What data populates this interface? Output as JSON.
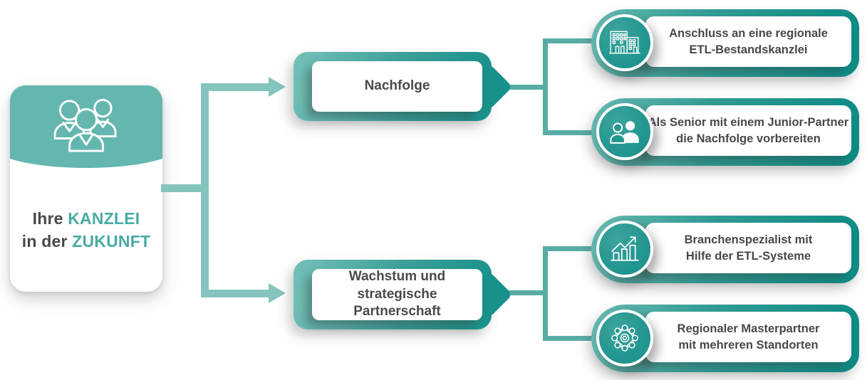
{
  "colors": {
    "teal_header": "#64b7af",
    "teal_connector_light": "#85c4bd",
    "teal_connector_mid": "#57ada5",
    "teal_gradient_light": "#74c0b8",
    "teal_gradient_dark": "#0d8a84",
    "text_dark": "#48484b",
    "text_teal": "#48aba3"
  },
  "root_card": {
    "icon": "team-icon",
    "title_parts": [
      {
        "text": "Ihre "
      },
      {
        "text": "KANZLEI"
      },
      {
        "text": "in der "
      },
      {
        "text": "ZUKUNFT"
      }
    ]
  },
  "branches": [
    {
      "label": "Nachfolge",
      "items": [
        {
          "icon": "office-building-icon",
          "text": "Anschluss an eine regionale\nETL-Bestandskanzlei"
        },
        {
          "icon": "senior-junior-partner-icon",
          "text": "Als Senior mit einem Junior-Partner\ndie Nachfolge vorbereiten"
        }
      ]
    },
    {
      "label": "Wachstum und\nstrategische Partnerschaft",
      "items": [
        {
          "icon": "growth-chart-icon",
          "text": "Branchenspezialist mit\nHilfe der ETL-Systeme"
        },
        {
          "icon": "network-icon",
          "text": "Regionaler Masterpartner\nmit mehreren Standorten"
        }
      ]
    }
  ]
}
